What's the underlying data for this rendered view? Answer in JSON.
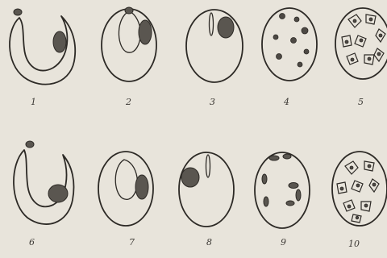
{
  "figure": {
    "stages": [
      {
        "id": "stage-1",
        "label": "1"
      },
      {
        "id": "stage-2",
        "label": "2"
      },
      {
        "id": "stage-3",
        "label": "3"
      },
      {
        "id": "stage-4",
        "label": "4"
      },
      {
        "id": "stage-5",
        "label": "5"
      },
      {
        "id": "stage-6",
        "label": "6"
      },
      {
        "id": "stage-7",
        "label": "7"
      },
      {
        "id": "stage-8",
        "label": "8"
      },
      {
        "id": "stage-9",
        "label": "9"
      },
      {
        "id": "stage-10",
        "label": "10"
      }
    ]
  }
}
